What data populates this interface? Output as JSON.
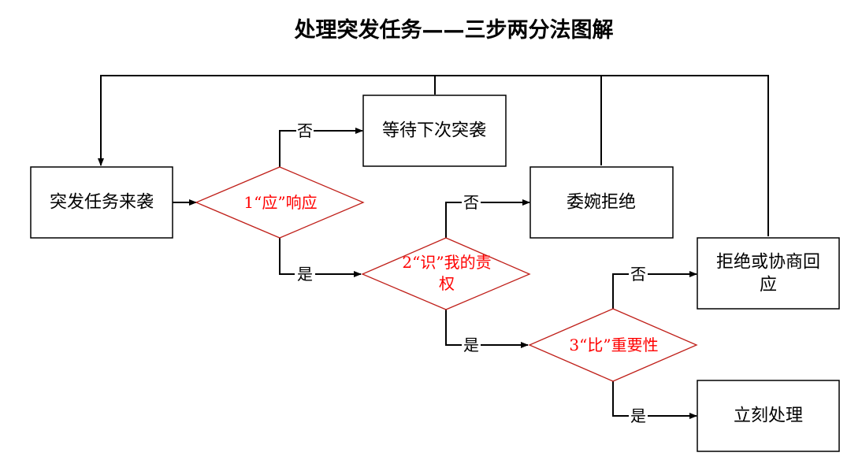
{
  "diagram": {
    "title": "处理突发任务——三步两分法图解",
    "colors": {
      "decision_text": "#ff0000",
      "decision_border": "#c0201a",
      "line": "#000000"
    },
    "nodes": {
      "start": [
        "突发任务来袭"
      ],
      "wait": [
        "等待下次突袭"
      ],
      "decline": [
        "委婉拒绝"
      ],
      "negotiate": [
        "拒绝或协商回",
        "应"
      ],
      "handle": [
        "立刻处理"
      ],
      "d1": [
        "1“应”响应"
      ],
      "d2": [
        "2“识”我的责",
        "权"
      ],
      "d3": [
        "3“比”重要性"
      ]
    },
    "edge_labels": {
      "no1": "否",
      "yes1": "是",
      "no2": "否",
      "yes2": "是",
      "no3": "否",
      "yes3": "是"
    }
  }
}
